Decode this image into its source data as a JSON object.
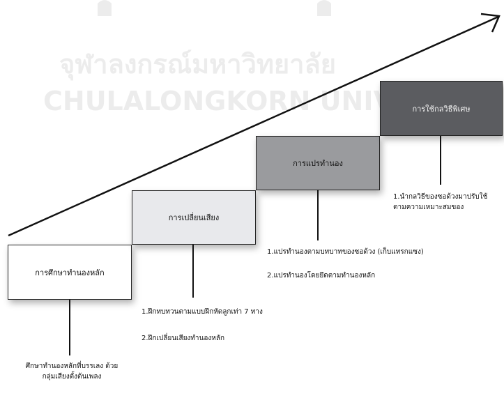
{
  "watermark": {
    "thai_name": "จุฬาลงกรณ์มหาวิทยาลัย",
    "english_name": "CHULALONGKORN UNIVERSITY"
  },
  "steps": [
    {
      "label": "การศึกษาทำนองหลัก",
      "fill": "#ffffff"
    },
    {
      "label": "การเปลี่ยนเสียง",
      "fill": "#e8e9ec"
    },
    {
      "label": "การแปรทำนอง",
      "fill": "#9a9b9e"
    },
    {
      "label": "การใช้กลวิธีพิเศษ",
      "fill": "#5b5c60"
    }
  ],
  "notes": {
    "step1": "ศึกษาทำนองหลักที่บรรเลง ด้วยกลุ่มเสียงตั้งต้นเพลง",
    "step2": [
      "1.ฝึกทบทวนตามแบบฝึกหัดลูกเท่า 7 ทาง",
      "2.ฝึกเปลี่ยนเสียงทำนองหลัก"
    ],
    "step3": [
      "1.แปรทำนองตามบทบาทของซอด้วง (เก็บแทรกแซง)",
      "2.แปรทำนองโดยยึดตามทำนองหลัก"
    ],
    "step4": [
      "1.นำกลวิธีของซอด้วงมาปรับใช้",
      "ตามความเหมาะสมของ"
    ]
  }
}
